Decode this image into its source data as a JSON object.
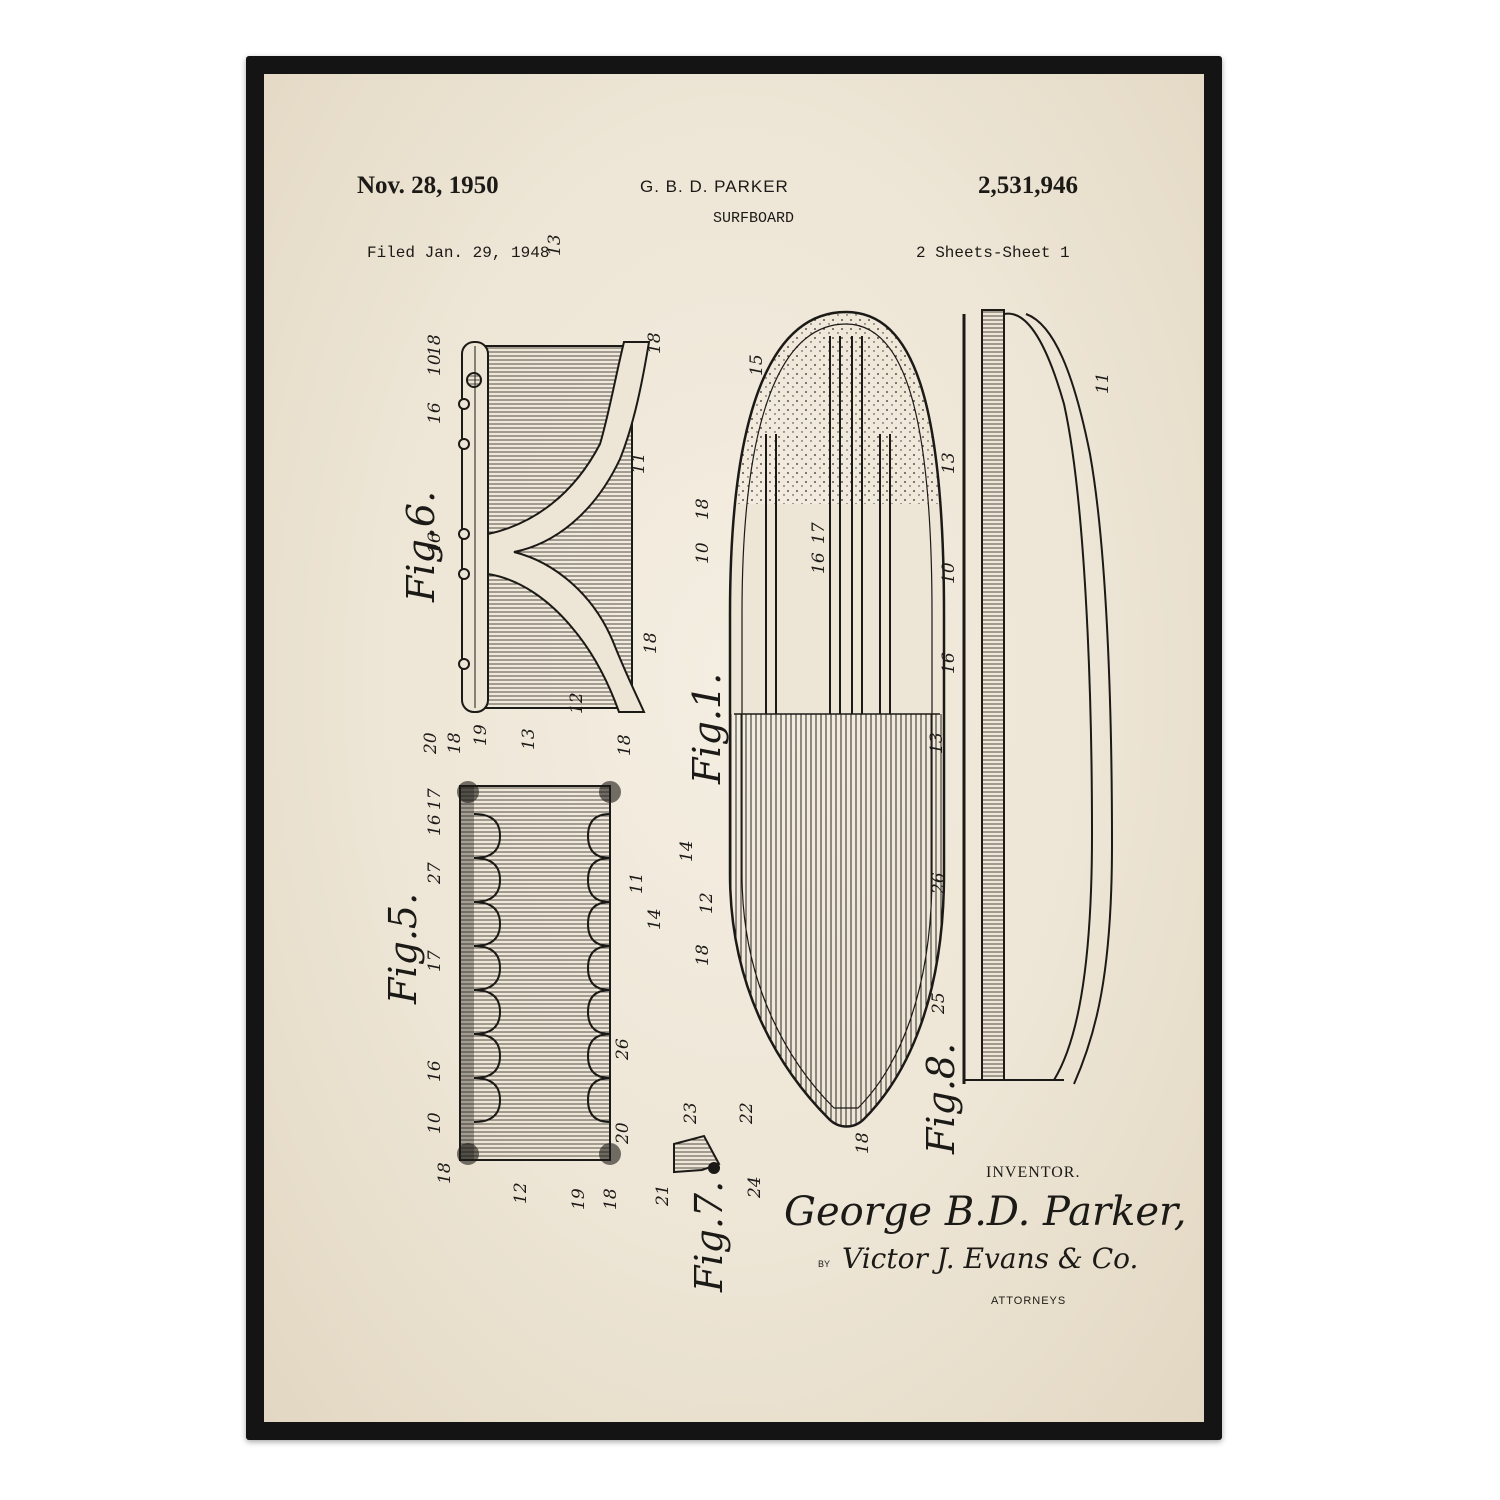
{
  "header": {
    "date": "Nov. 28, 1950",
    "inventor_name": "G. B. D. PARKER",
    "title": "SURFBOARD",
    "patent_number": "2,531,946",
    "filed": "Filed Jan. 29, 1948",
    "sheets": "2 Sheets-Sheet 1"
  },
  "figures": {
    "fig1": "Fig.1.",
    "fig5": "Fig.5.",
    "fig6": "Fig.6.",
    "fig7": "Fig.7.",
    "fig8": "Fig.8."
  },
  "reference_numerals": {
    "n10": "10",
    "n11": "11",
    "n12": "12",
    "n13": "13",
    "n14": "14",
    "n15": "15",
    "n16": "16",
    "n17": "17",
    "n18": "18",
    "n19": "19",
    "n20": "20",
    "n21": "21",
    "n22": "22",
    "n23": "23",
    "n24": "24",
    "n25": "25",
    "n26": "26",
    "n27": "27"
  },
  "footer": {
    "inventor_label": "INVENTOR.",
    "signature": "George B.D. Parker,",
    "by": "BY",
    "attorney_signature": "Victor J. Evans & Co.",
    "attorneys_label": "ATTORNEYS"
  },
  "colors": {
    "frame": "#141414",
    "paper": "#ede5d5",
    "ink": "#1c1a17"
  }
}
